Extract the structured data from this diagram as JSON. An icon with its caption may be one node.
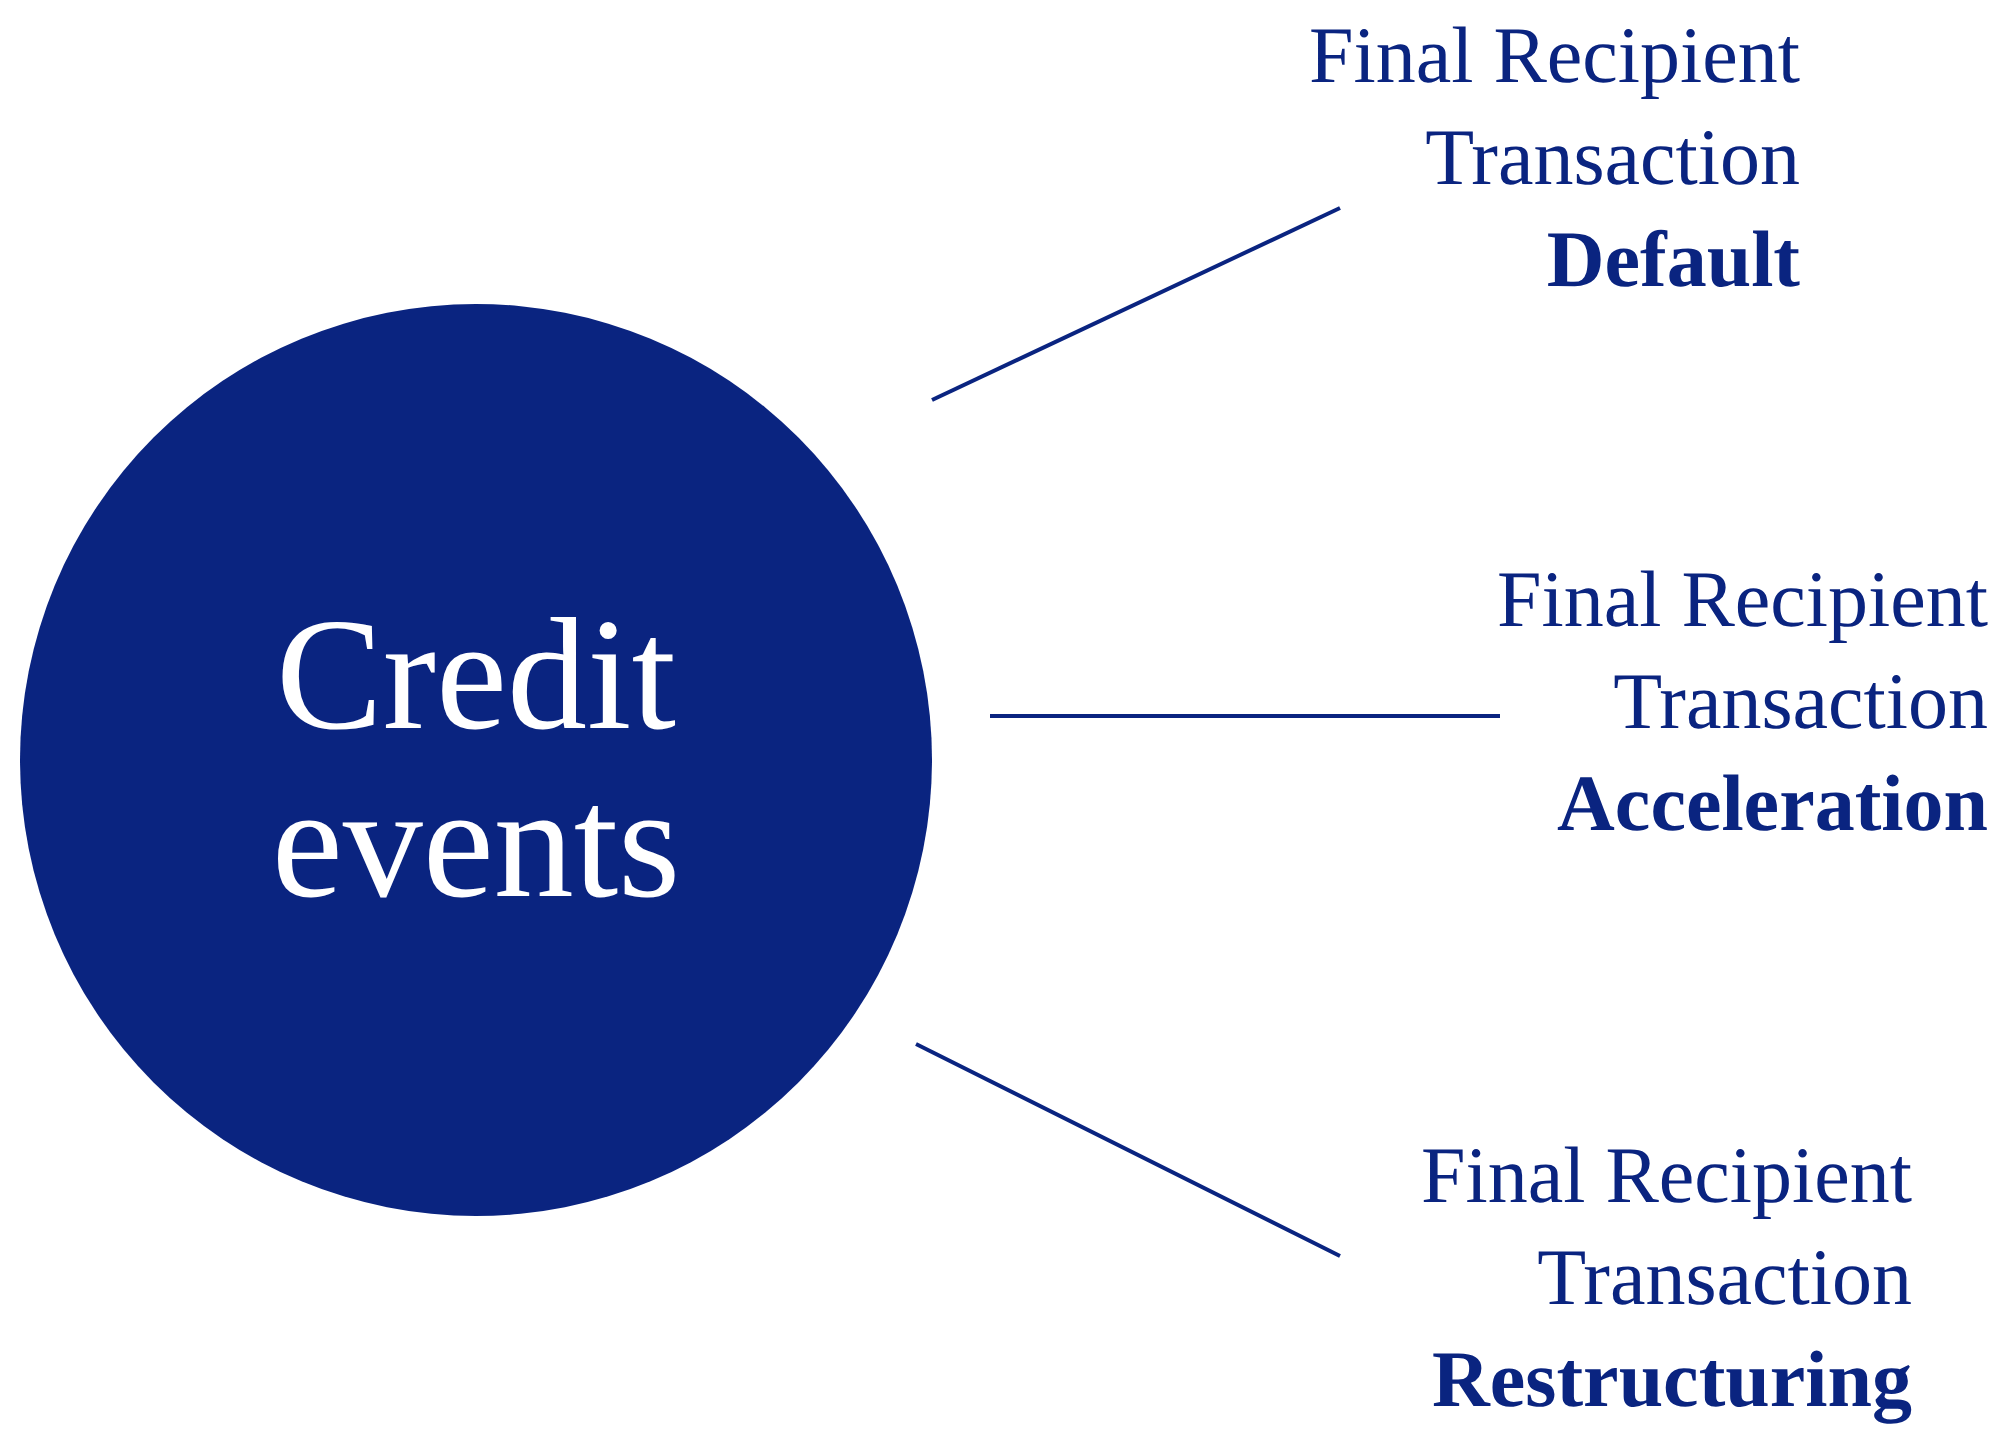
{
  "diagram": {
    "nodes": [
      {
        "text": [
          "Credit events"
        ]
      },
      {
        "text": [
          "Final Recipient Transaction **Default**"
        ]
      },
      {
        "text": [
          "Final Recipient Transaction **Acceleration**"
        ]
      },
      {
        "text": [
          "Final Recipient Transaction **Restructuring**"
        ]
      }
    ],
    "edges": [
      {
        "from": 0,
        "to": 1,
        "arrow": "none"
      },
      {
        "from": 0,
        "to": 2,
        "arrow": "none"
      },
      {
        "from": 0,
        "to": 3,
        "arrow": "none"
      }
    ]
  }
}
